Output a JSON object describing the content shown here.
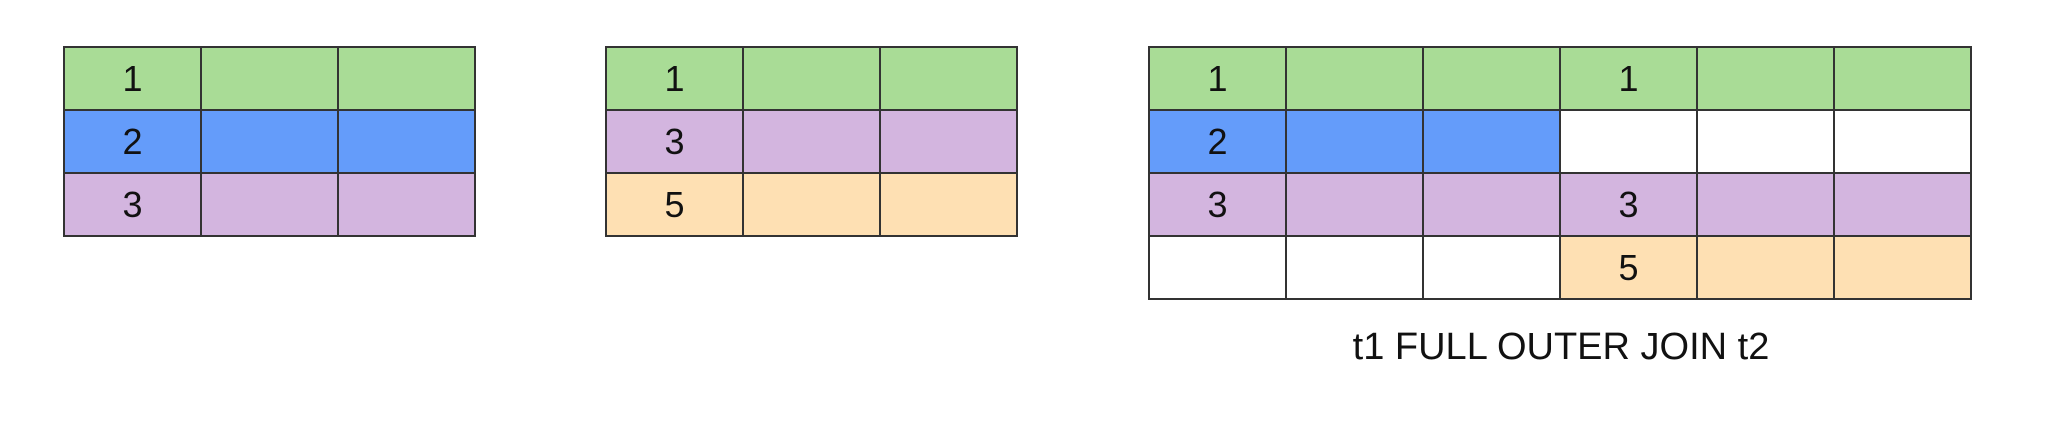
{
  "colors": {
    "green": "#a9dc96",
    "blue": "#649cfa",
    "purple": "#d3b5df",
    "orange": "#fee0b3",
    "white": "#ffffff",
    "border": "#333333"
  },
  "table_t1": {
    "rows": [
      {
        "key": "1",
        "color": "green"
      },
      {
        "key": "2",
        "color": "blue"
      },
      {
        "key": "3",
        "color": "purple"
      }
    ]
  },
  "table_t2": {
    "rows": [
      {
        "key": "1",
        "color": "green"
      },
      {
        "key": "3",
        "color": "purple"
      },
      {
        "key": "5",
        "color": "orange"
      }
    ]
  },
  "result": {
    "rows": [
      {
        "left_key": "1",
        "left_color": "green",
        "right_key": "1",
        "right_color": "green"
      },
      {
        "left_key": "2",
        "left_color": "blue",
        "right_key": "",
        "right_color": "white"
      },
      {
        "left_key": "3",
        "left_color": "purple",
        "right_key": "3",
        "right_color": "purple"
      },
      {
        "left_key": "",
        "left_color": "white",
        "right_key": "5",
        "right_color": "orange"
      }
    ],
    "caption": "t1 FULL OUTER JOIN t2"
  }
}
